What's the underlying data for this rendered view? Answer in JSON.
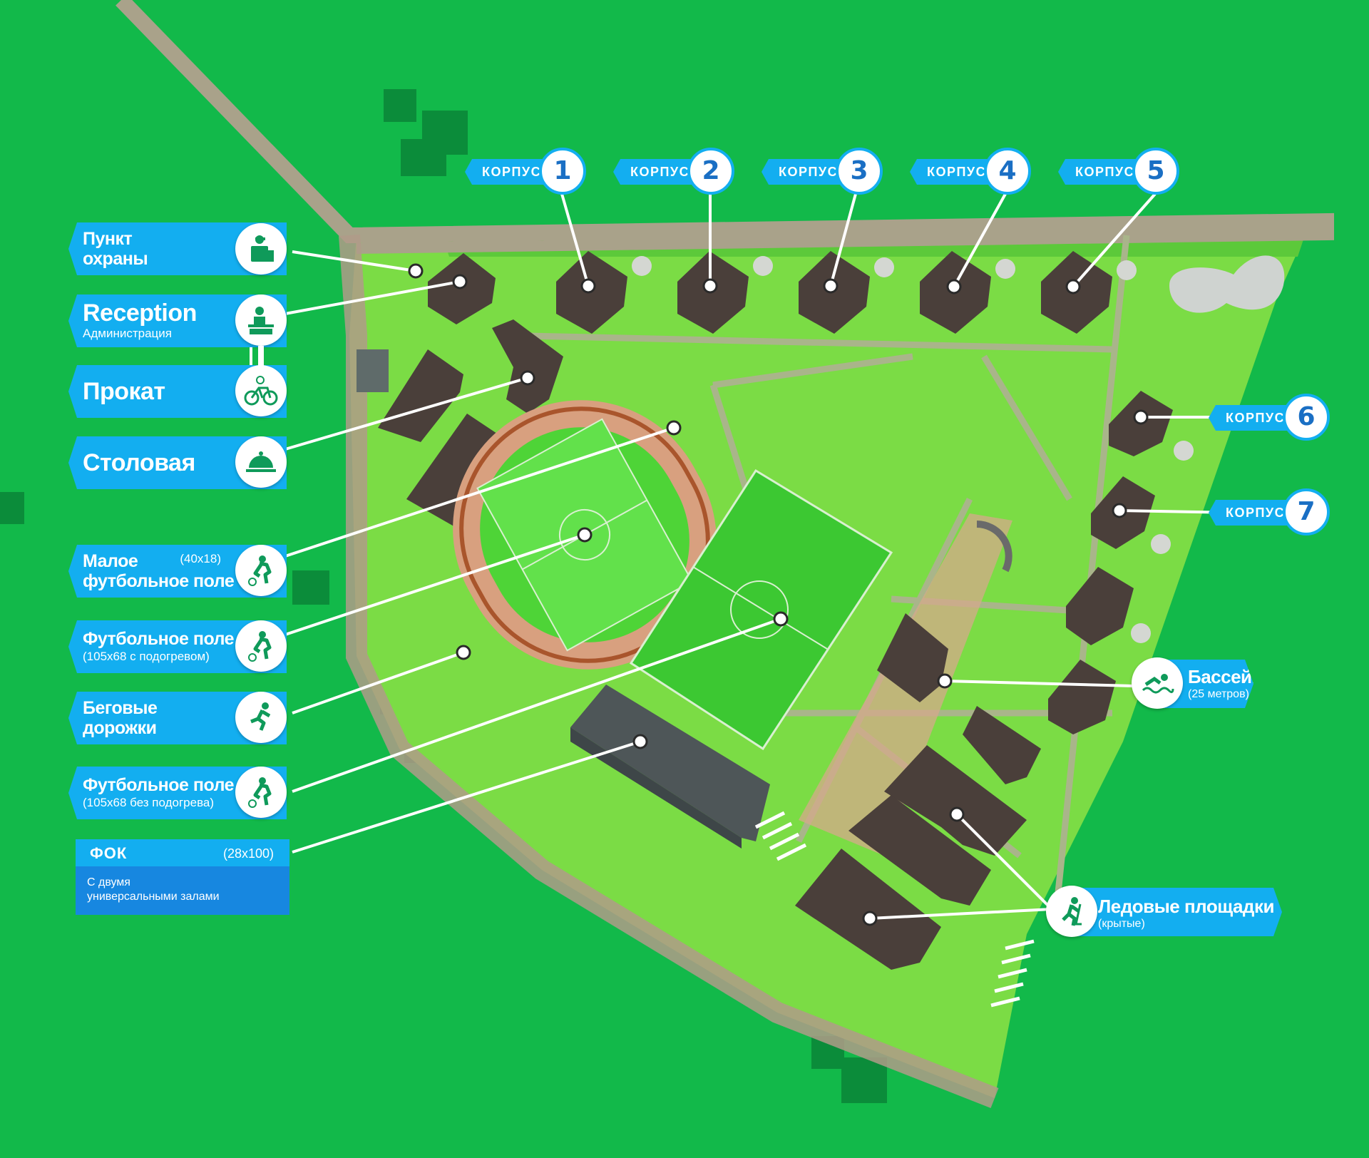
{
  "legend_left": [
    {
      "id": "security",
      "title": "Пункт\nохраны",
      "subtitle": "",
      "dimension": "",
      "icon": "security-guard-icon"
    },
    {
      "id": "reception",
      "title": "Reception",
      "subtitle": "Администрация",
      "dimension": "",
      "icon": "reception-desk-icon"
    },
    {
      "id": "rental",
      "title": "Прокат",
      "subtitle": "",
      "dimension": "",
      "icon": "bicycle-rental-icon"
    },
    {
      "id": "canteen",
      "title": "Столовая",
      "subtitle": "",
      "dimension": "",
      "icon": "cloche-icon"
    },
    {
      "id": "small-field",
      "title": "Малое\nфутбольное поле",
      "subtitle": "",
      "dimension": "(40х18)",
      "icon": "football-player-icon"
    },
    {
      "id": "field-heated",
      "title": "Футбольное поле",
      "subtitle": "(105х68 с подогревом)",
      "dimension": "",
      "icon": "football-player-icon"
    },
    {
      "id": "tracks",
      "title": "Беговые\nдорожки",
      "subtitle": "",
      "dimension": "",
      "icon": "runner-icon"
    },
    {
      "id": "field-unheated",
      "title": "Футбольное поле",
      "subtitle": "(105х68 без подогрева)",
      "dimension": "",
      "icon": "football-player-icon"
    }
  ],
  "fok": {
    "title": "ФОК",
    "dimension": "(28х100)",
    "description": "С двумя\nуниверсальными залами"
  },
  "korpus_label": "КОРПУС",
  "korpus": [
    "1",
    "2",
    "3",
    "4",
    "5",
    "6",
    "7"
  ],
  "legend_right": [
    {
      "id": "pool",
      "title": "Бассейн",
      "subtitle": "(25 метров)",
      "icon": "swimmer-icon"
    },
    {
      "id": "ice",
      "title": "Ледовые площадки",
      "subtitle": "(крытые)",
      "icon": "hockey-player-icon"
    }
  ],
  "colors": {
    "background": "#12b94a",
    "territory": "#5fd13c",
    "path": "#a9b58a",
    "building": "#4a3f3a",
    "label": "#13aef0",
    "label_dark": "#1787e0",
    "number": "#1a6fc4",
    "track": "#d9a07a"
  }
}
